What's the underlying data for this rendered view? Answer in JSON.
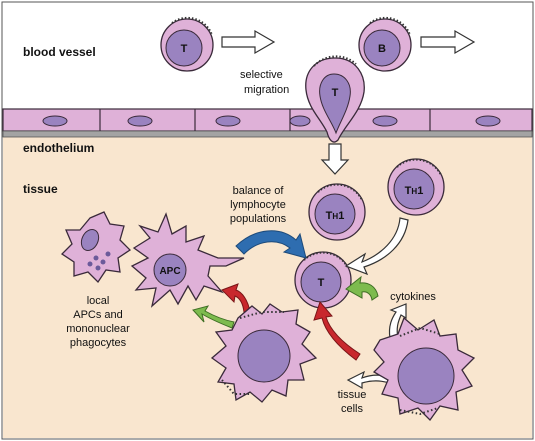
{
  "labels": {
    "blood_vessel": "blood vessel",
    "endothelium": "endothelium",
    "tissue": "tissue",
    "selective_migration_1": "selective",
    "selective_migration_2": "migration",
    "balance_1": "balance of",
    "balance_2": "lymphocyte",
    "balance_3": "populations",
    "local_1": "local",
    "local_2": "APCs and",
    "local_3": "mononuclear",
    "local_4": "phagocytes",
    "cytokines": "cytokines",
    "tissue_cells_1": "tissue",
    "tissue_cells_2": "cells"
  },
  "cells": {
    "t_vessel": "T",
    "b_vessel": "B",
    "t_migrating": "T",
    "th1_left_main": "T",
    "th1_left_sub": "H",
    "th1_left_num": "1",
    "th1_right_main": "T",
    "th1_right_sub": "H",
    "th1_right_num": "1",
    "t_center": "T",
    "apc": "APC"
  },
  "colors": {
    "cell_fill": "#dfb1d8",
    "cell_stroke": "#3a2a3a",
    "nucleus_fill": "#9a83c0",
    "tissue_bg": "#f9e6cf",
    "vessel_bg": "#ffffff",
    "arrow_blue": "#2e6db0",
    "arrow_red": "#c8282d",
    "arrow_green": "#7dbb4e",
    "arrow_white": "#ffffff",
    "membrane_gray": "#a3a3a3"
  }
}
